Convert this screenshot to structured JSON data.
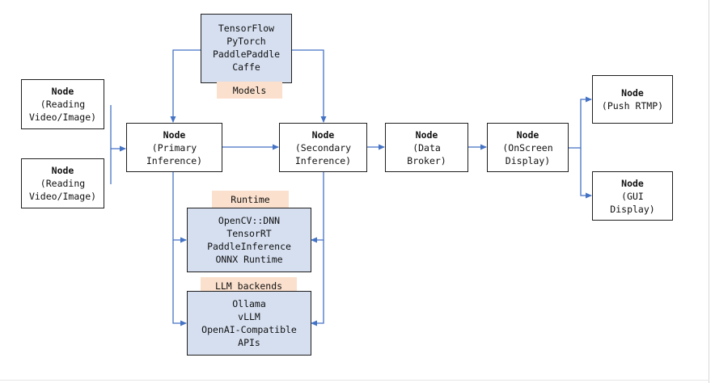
{
  "nodes": {
    "reading_1": {
      "title": "Node",
      "lines": [
        "(Reading",
        "Video/Image)"
      ]
    },
    "reading_2": {
      "title": "Node",
      "lines": [
        "(Reading",
        "Video/Image)"
      ]
    },
    "primary": {
      "title": "Node",
      "lines": [
        "(Primary",
        "Inference)"
      ]
    },
    "secondary": {
      "title": "Node",
      "lines": [
        "(Secondary",
        "Inference)"
      ]
    },
    "broker": {
      "title": "Node",
      "lines": [
        "(Data",
        "Broker)"
      ]
    },
    "osd": {
      "title": "Node",
      "lines": [
        "(OnScreen",
        "Display)"
      ]
    },
    "rtmp": {
      "title": "Node",
      "lines": [
        "(Push RTMP)"
      ]
    },
    "gui": {
      "title": "Node",
      "lines": [
        "(GUI",
        "Display)"
      ]
    }
  },
  "groups": {
    "models": {
      "label": "Models",
      "items": [
        "TensorFlow",
        "PyTorch",
        "PaddlePaddle",
        "Caffe"
      ]
    },
    "runtime": {
      "label": "Runtime",
      "items": [
        "OpenCV::DNN",
        "TensorRT",
        "PaddleInference",
        "ONNX Runtime"
      ]
    },
    "llm": {
      "label": "LLM backends",
      "items": [
        "Ollama",
        "vLLM",
        "OpenAI-Compatible",
        "APIs"
      ]
    }
  },
  "colors": {
    "arrow": "#4472c4",
    "group_fill": "#d5dff0",
    "tag_fill": "#fbe0cd",
    "border": "#1f1f1f"
  }
}
